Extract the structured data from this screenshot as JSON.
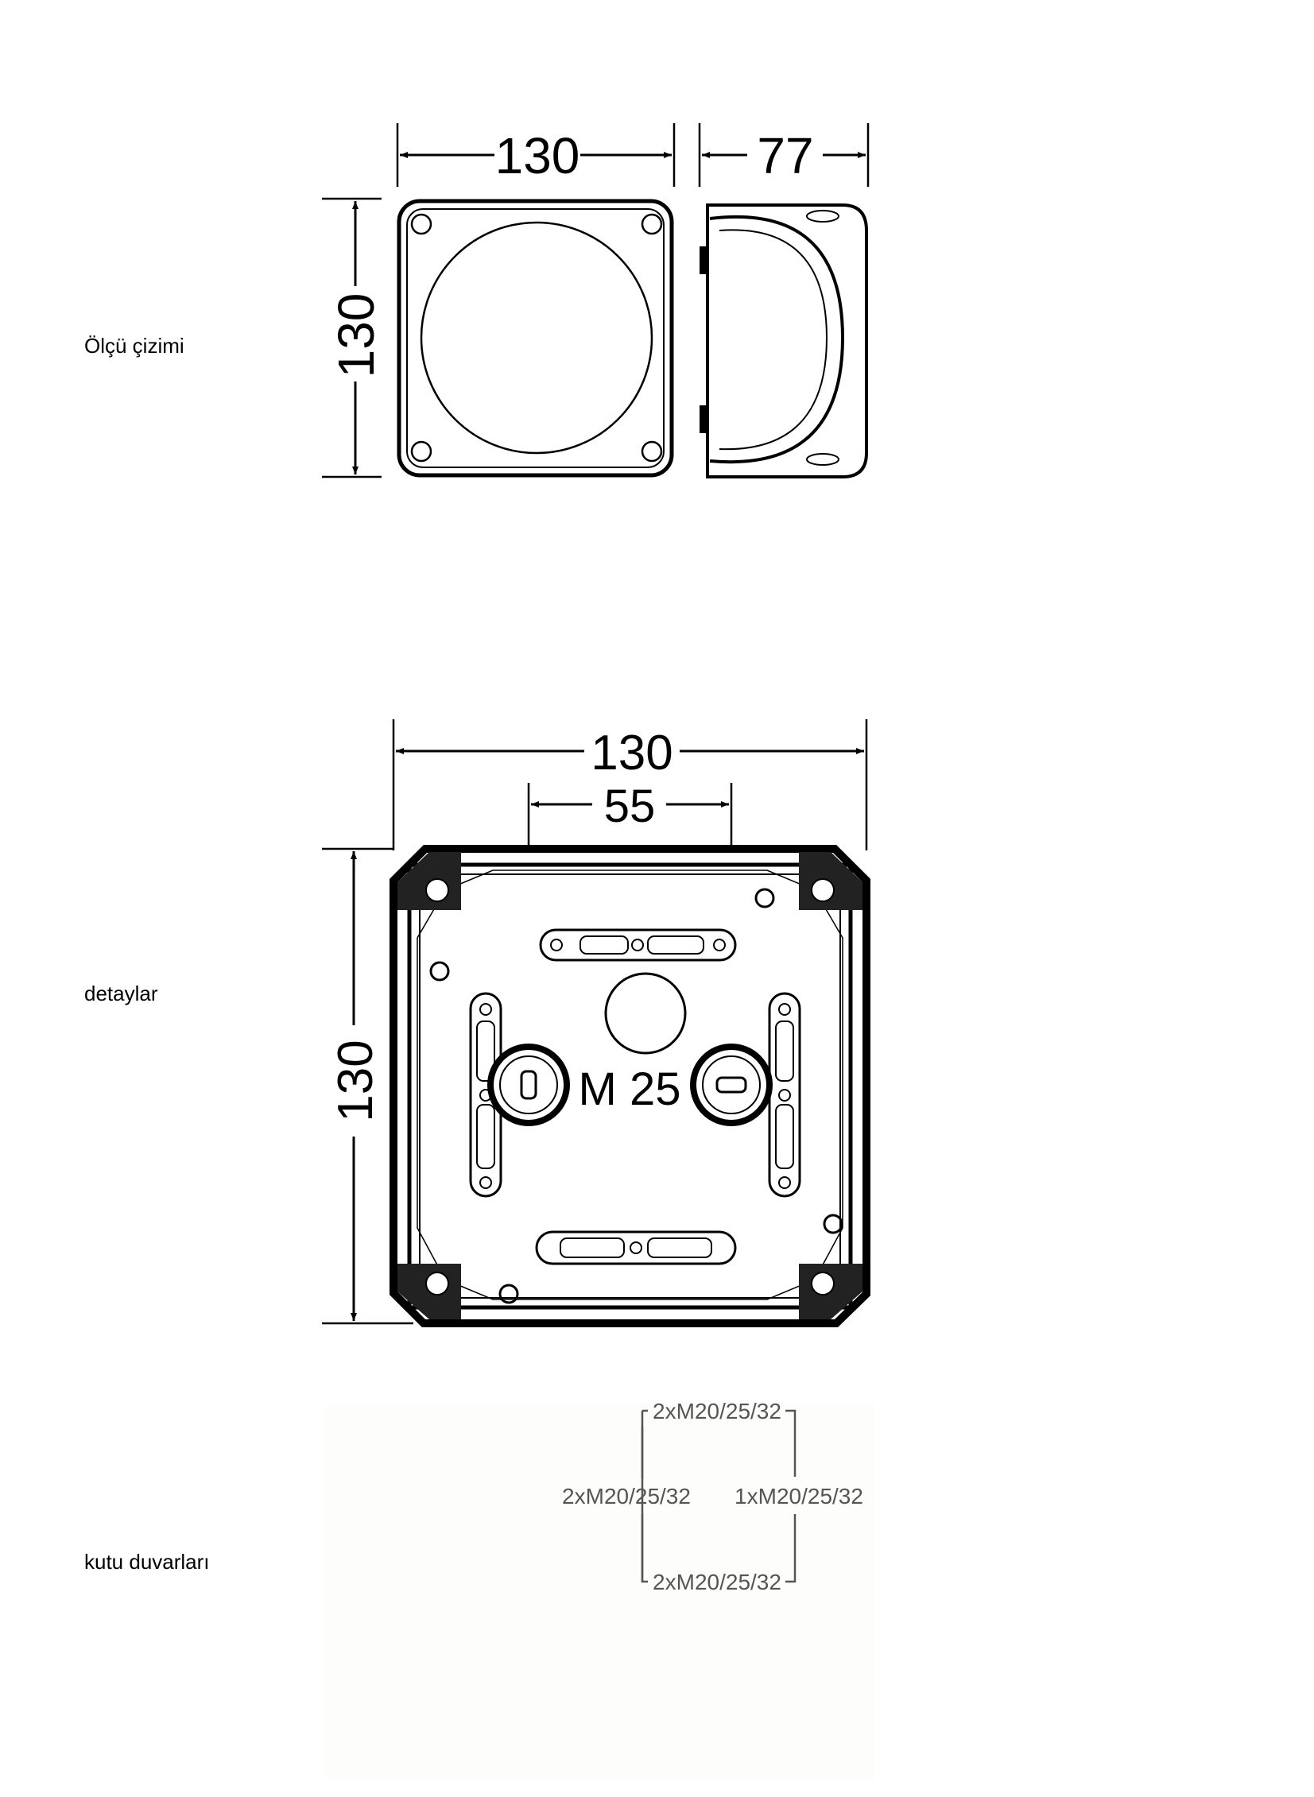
{
  "labels": {
    "dimension_drawing": "Ölçü çizimi",
    "details": "detaylar",
    "box_walls": "kutu duvarları"
  },
  "drawing1": {
    "width": "130",
    "height": "130",
    "depth": "77"
  },
  "drawing2": {
    "width": "130",
    "height": "130",
    "hole_spacing": "55",
    "thread": "M 25"
  },
  "walls": {
    "top": "2xM20/25/32",
    "left": "2xM20/25/32",
    "right": "1xM20/25/32",
    "bottom": "2xM20/25/32"
  }
}
